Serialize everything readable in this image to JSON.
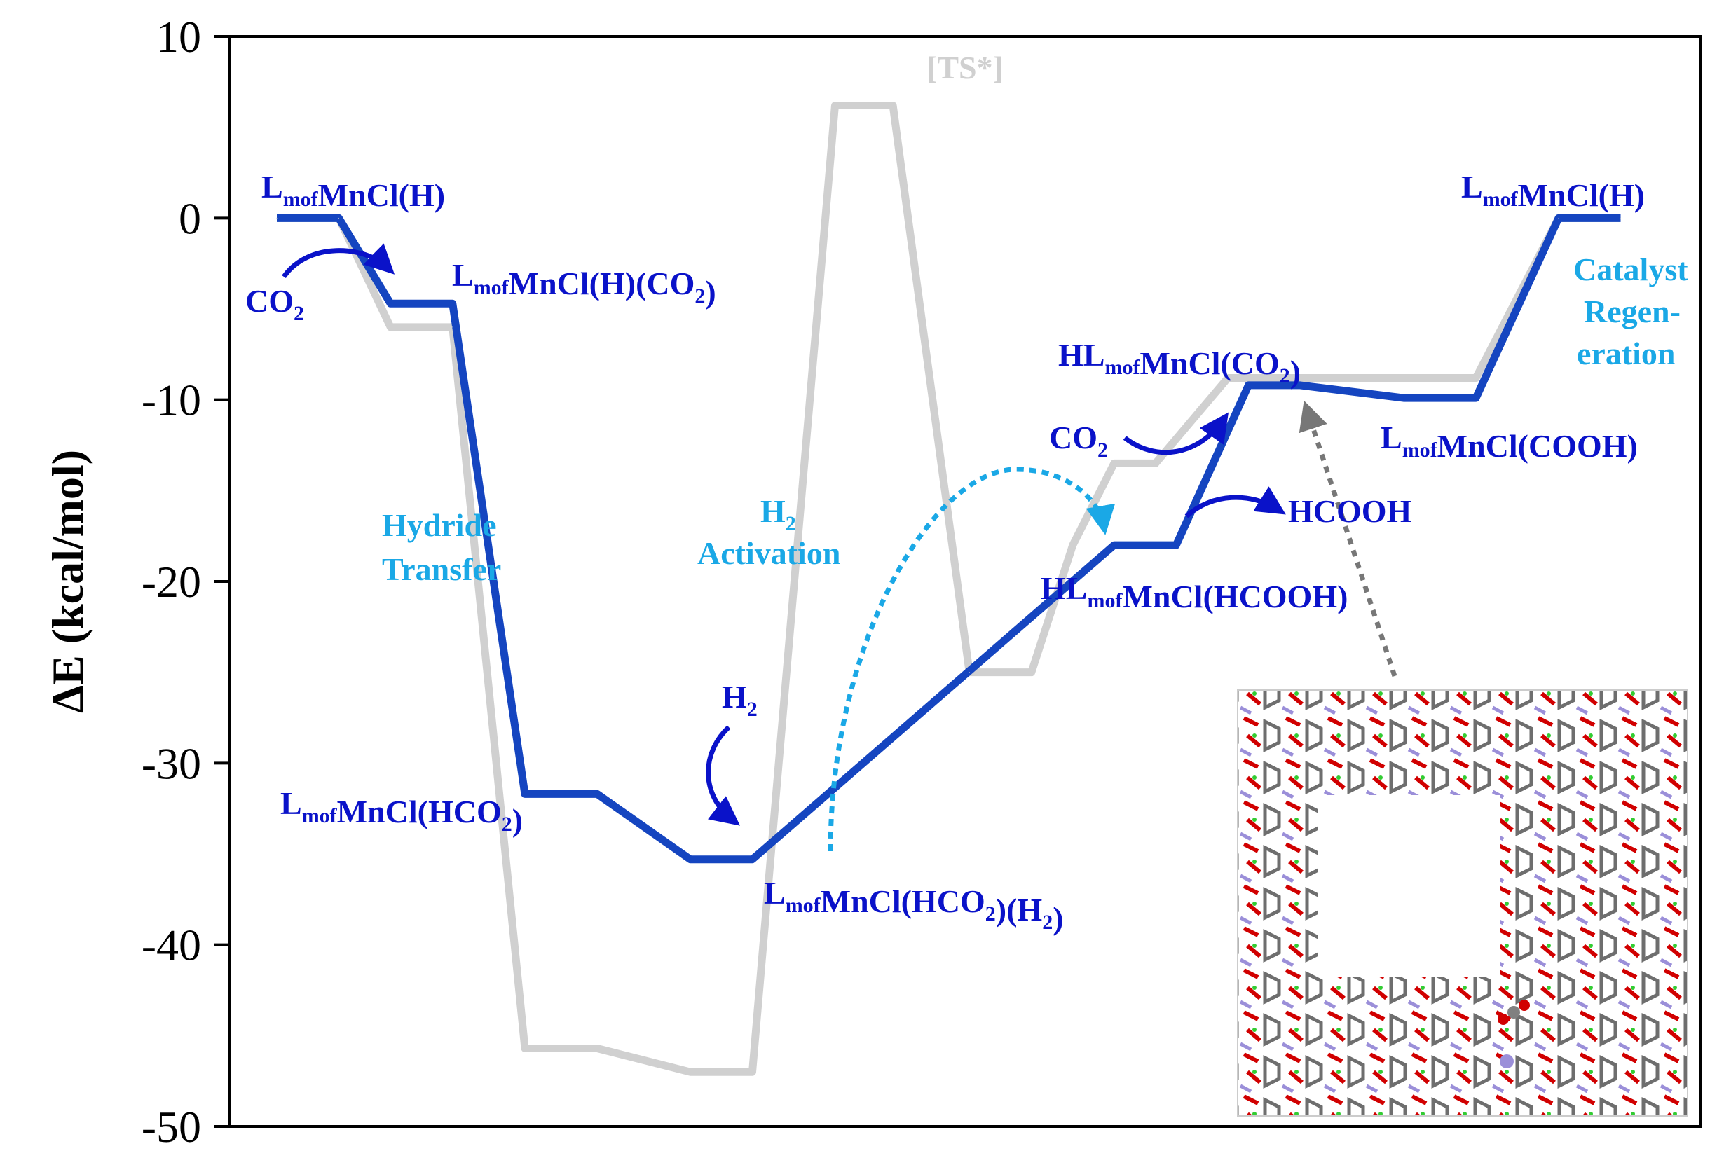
{
  "chart_data": {
    "type": "line",
    "ylabel": "ΔE (kcal/mol)",
    "ylim": [
      -50,
      10
    ],
    "yticks": [
      "10",
      "0",
      "-10",
      "-20",
      "-30",
      "-40",
      "-50"
    ],
    "grid": false,
    "series": [
      {
        "color": "#1545c0",
        "points": [
          [
            0.0,
            0
          ],
          [
            0.3,
            0
          ],
          [
            0.55,
            -4.7
          ],
          [
            0.85,
            -4.7
          ],
          [
            1.2,
            -31.7
          ],
          [
            1.55,
            -31.7
          ],
          [
            2.0,
            -35.3
          ],
          [
            2.3,
            -35.3
          ],
          [
            4.05,
            -18.0
          ],
          [
            4.35,
            -18.0
          ],
          [
            4.7,
            -9.2
          ],
          [
            4.95,
            -9.2
          ],
          [
            5.45,
            -9.9
          ],
          [
            5.8,
            -9.9
          ],
          [
            6.2,
            0
          ],
          [
            6.5,
            0
          ]
        ]
      },
      {
        "color": "#d0d0d0",
        "points": [
          [
            0.0,
            0
          ],
          [
            0.3,
            0
          ],
          [
            0.55,
            -6.0
          ],
          [
            0.85,
            -6.0
          ],
          [
            1.2,
            -45.7
          ],
          [
            1.55,
            -45.7
          ],
          [
            2.0,
            -47.0
          ],
          [
            2.3,
            -47.0
          ],
          [
            2.7,
            6.2
          ],
          [
            2.98,
            6.2
          ],
          [
            3.35,
            -25.0
          ],
          [
            3.65,
            -25.0
          ],
          [
            3.85,
            -18.0
          ],
          [
            4.05,
            -13.5
          ],
          [
            4.25,
            -13.5
          ],
          [
            4.6,
            -8.8
          ],
          [
            4.95,
            -8.8
          ],
          [
            5.45,
            -8.8
          ],
          [
            5.8,
            -8.8
          ],
          [
            6.2,
            0
          ],
          [
            6.5,
            0
          ]
        ]
      }
    ],
    "annotations": [
      {
        "parts": [
          {
            "t": "L"
          },
          {
            "t": "mof",
            "sub": true
          },
          {
            "t": "MnCl(H)"
          }
        ]
      },
      {
        "parts": [
          {
            "t": "L"
          },
          {
            "t": "mof",
            "sub": true
          },
          {
            "t": "MnCl(H)(CO"
          },
          {
            "t": "2",
            "sub": true
          },
          {
            "t": ")"
          }
        ]
      },
      {
        "parts": [
          {
            "t": "CO"
          },
          {
            "t": "2",
            "sub": true
          }
        ]
      },
      {
        "parts": [
          {
            "t": "L"
          },
          {
            "t": "mof",
            "sub": true
          },
          {
            "t": "MnCl(HCO"
          },
          {
            "t": "2",
            "sub": true
          },
          {
            "t": ")"
          }
        ]
      },
      {
        "parts": [
          {
            "t": "H"
          },
          {
            "t": "2",
            "sub": true
          }
        ]
      },
      {
        "parts": [
          {
            "t": "L"
          },
          {
            "t": "mof",
            "sub": true
          },
          {
            "t": "MnCl(HCO"
          },
          {
            "t": "2",
            "sub": true
          },
          {
            "t": ")(H"
          },
          {
            "t": "2",
            "sub": true
          },
          {
            "t": ")"
          }
        ]
      },
      {
        "parts": [
          {
            "t": "Hydride"
          }
        ]
      },
      {
        "parts": [
          {
            "t": "Transfer"
          }
        ]
      },
      {
        "parts": [
          {
            "t": "H"
          },
          {
            "t": "2",
            "sub": true
          }
        ]
      },
      {
        "parts": [
          {
            "t": "Activation"
          }
        ]
      },
      {
        "parts": [
          {
            "t": "[TS*]"
          }
        ]
      },
      {
        "parts": [
          {
            "t": "HL"
          },
          {
            "t": "mof",
            "sub": true
          },
          {
            "t": "MnCl(CO"
          },
          {
            "t": "2",
            "sub": true
          },
          {
            "t": ")"
          }
        ]
      },
      {
        "parts": [
          {
            "t": "CO"
          },
          {
            "t": "2",
            "sub": true
          }
        ]
      },
      {
        "parts": [
          {
            "t": "HCOOH"
          }
        ]
      },
      {
        "parts": [
          {
            "t": "HL"
          },
          {
            "t": "mof",
            "sub": true
          },
          {
            "t": "MnCl(HCOOH)"
          }
        ]
      },
      {
        "parts": [
          {
            "t": "L"
          },
          {
            "t": "mof",
            "sub": true
          },
          {
            "t": "MnCl(COOH)"
          }
        ]
      },
      {
        "parts": [
          {
            "t": "L"
          },
          {
            "t": "mof",
            "sub": true
          },
          {
            "t": "MnCl(H)"
          }
        ]
      },
      {
        "parts": [
          {
            "t": "Catalyst"
          }
        ]
      },
      {
        "parts": [
          {
            "t": "Regen-"
          }
        ]
      },
      {
        "parts": [
          {
            "t": "eration"
          }
        ]
      }
    ]
  }
}
